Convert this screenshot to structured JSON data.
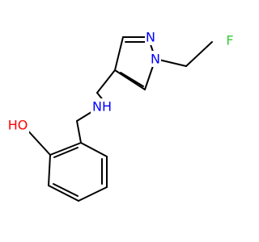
{
  "molecule": {
    "atom_labels": {
      "fluorine": "F",
      "pyrazole_n2": "N",
      "pyrazole_n1": "N",
      "amine": "NH",
      "hydroxyl": "HO"
    },
    "colors": {
      "bond": "#000000",
      "nitrogen": "#0000ff",
      "fluorine": "#33cc33",
      "oxygen": "#ff0000"
    }
  }
}
